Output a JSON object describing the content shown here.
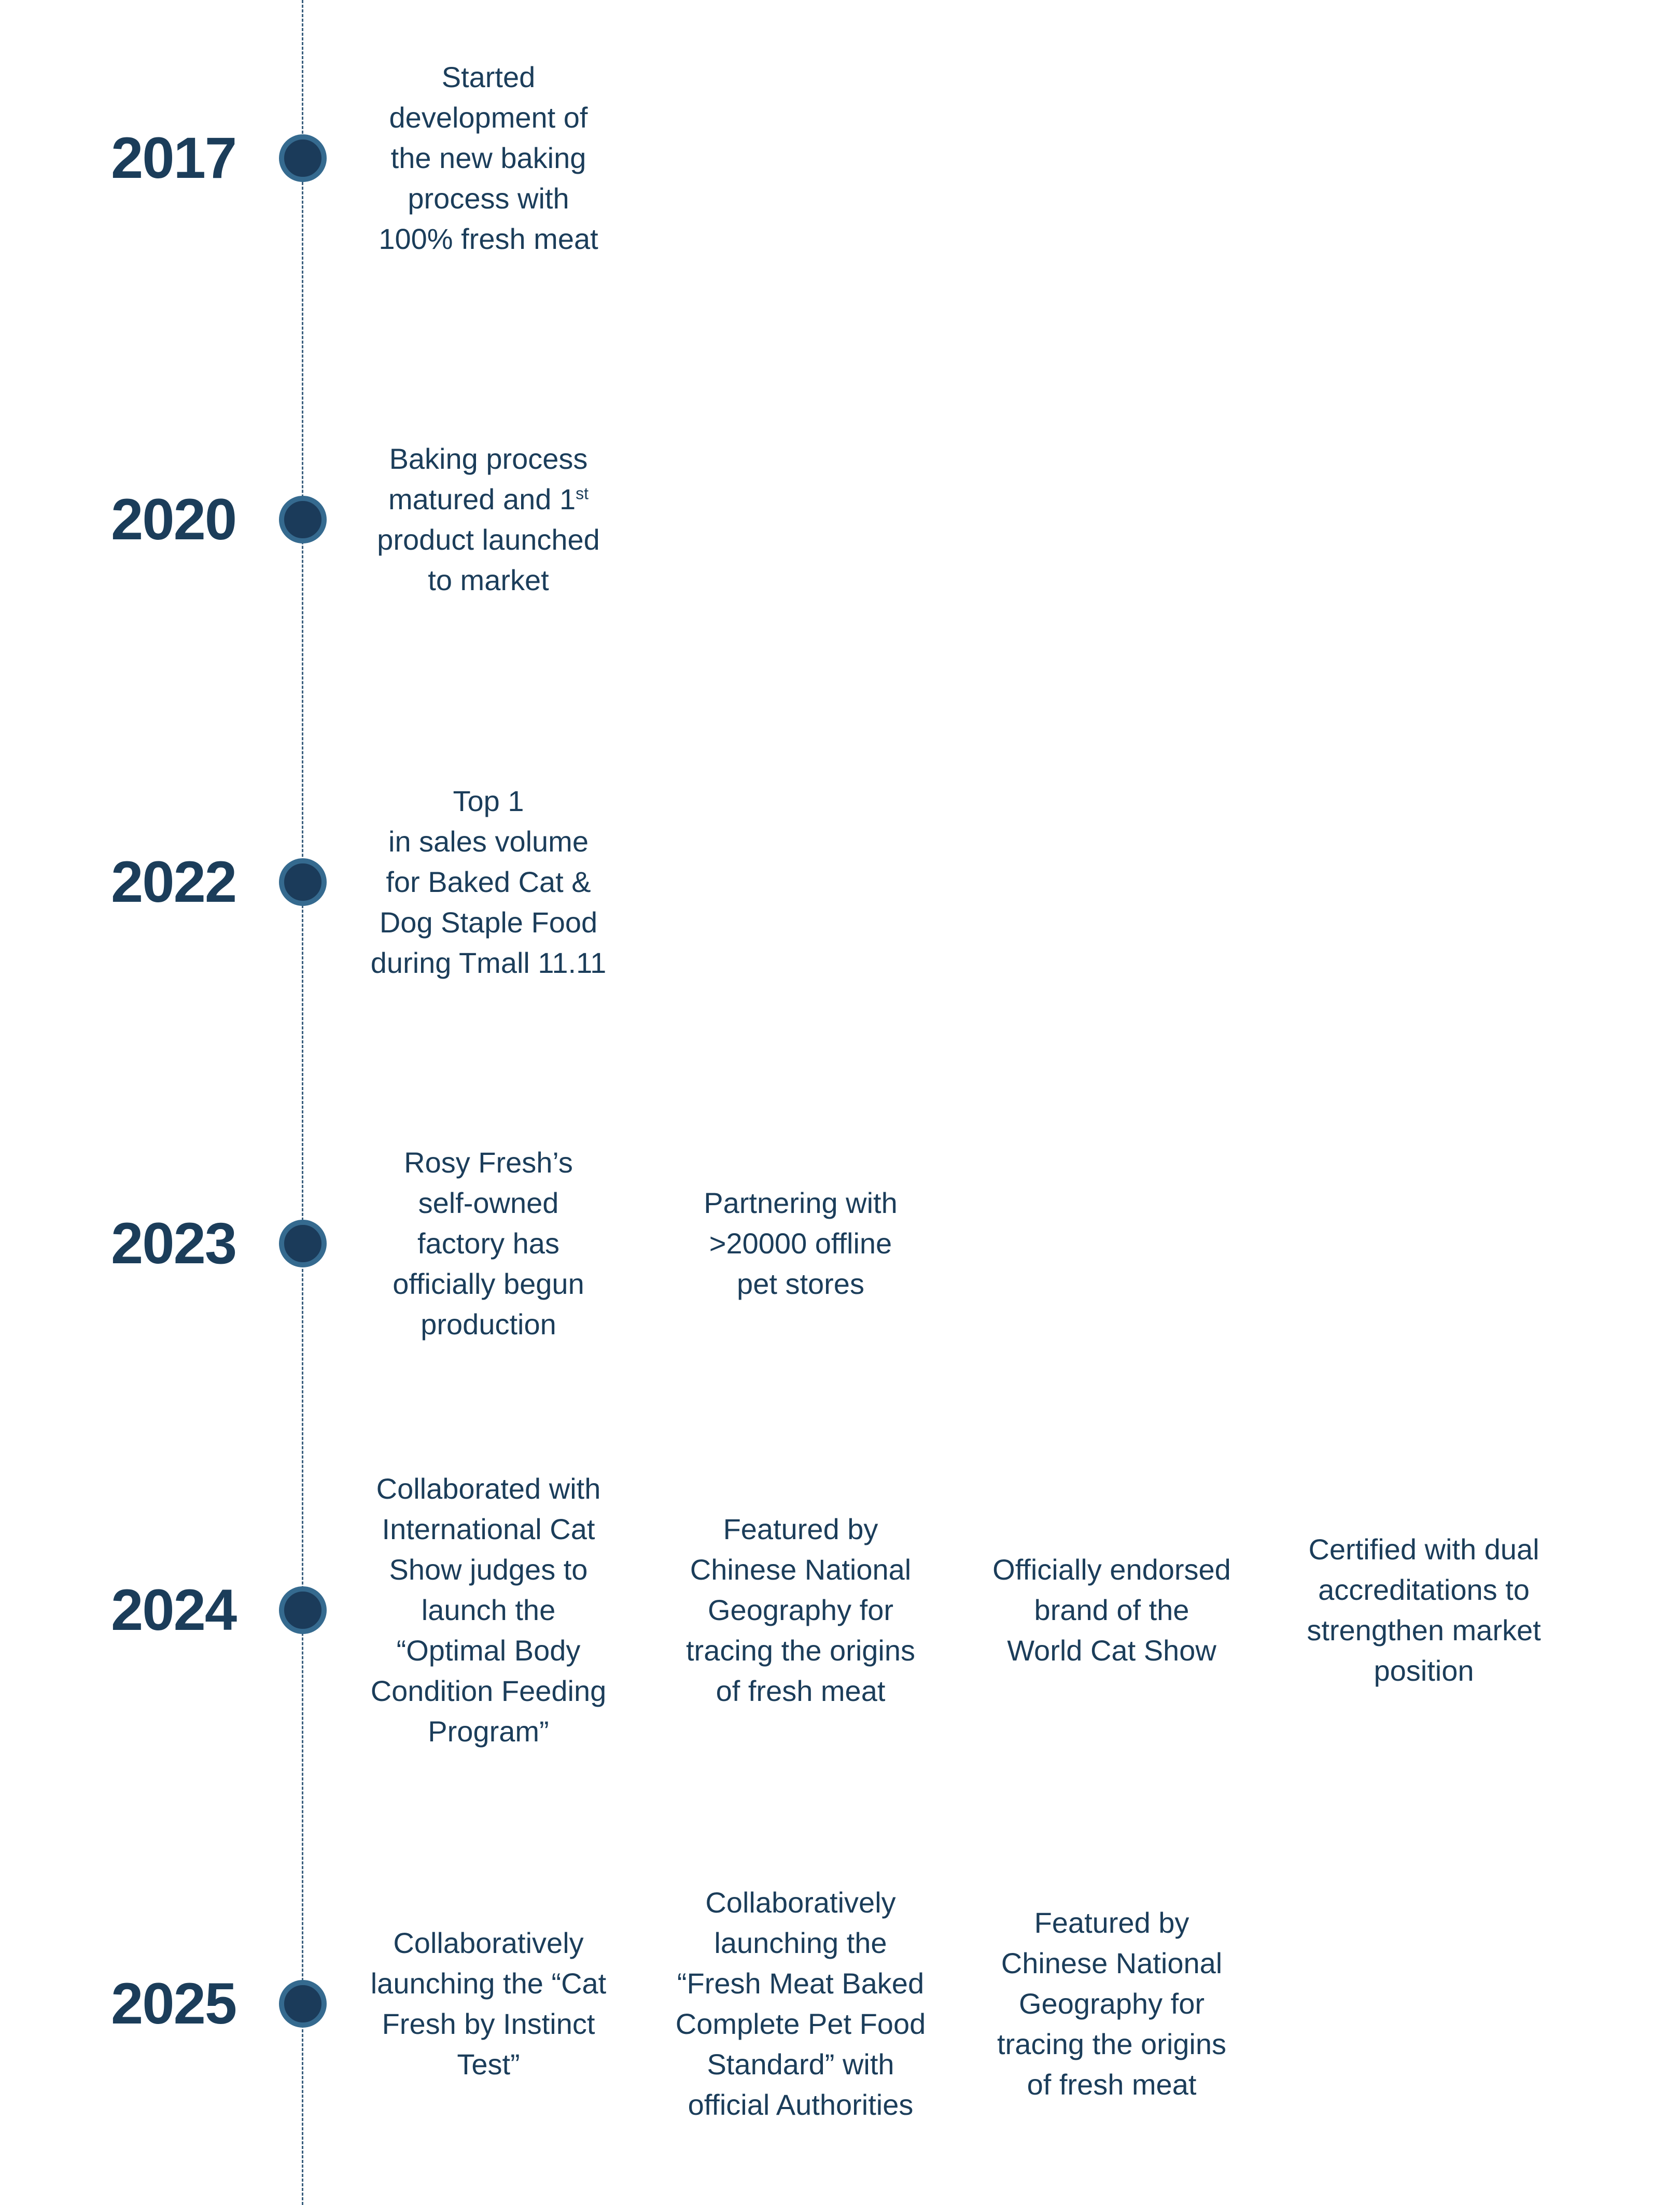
{
  "colors": {
    "text": "#1b3d5a",
    "dot_fill": "#1b3b5a",
    "dot_ring": "#356a8f",
    "line": "#3a5f7e"
  },
  "timeline": [
    {
      "year": "2017",
      "items": [
        "Started\ndevelopment of\nthe new baking\nprocess with\n100% fresh meat"
      ]
    },
    {
      "year": "2020",
      "items_rich": {
        "before": "Baking process\nmatured and 1",
        "sup": "st",
        "after": "\nproduct launched\nto market"
      }
    },
    {
      "year": "2022",
      "items": [
        "Top 1\nin sales volume\nfor Baked Cat &\nDog Staple Food\nduring Tmall 11.11"
      ]
    },
    {
      "year": "2023",
      "items": [
        "Rosy Fresh’s\nself-owned\nfactory has\nofficially begun\nproduction",
        "Partnering with\n>20000 offline\npet stores"
      ]
    },
    {
      "year": "2024",
      "items": [
        "Collaborated with\nInternational Cat\nShow judges to\nlaunch the\n“Optimal Body\nCondition Feeding\nProgram”",
        "Featured by\nChinese National\nGeography for\ntracing the origins\nof fresh meat",
        "Officially endorsed\nbrand of the\nWorld Cat Show",
        "Certified with dual\naccreditations to\nstrengthen market\nposition"
      ]
    },
    {
      "year": "2025",
      "items": [
        "Collaboratively\nlaunching the “Cat\nFresh by Instinct\nTest”",
        "Collaboratively\nlaunching the\n“Fresh Meat Baked\nComplete Pet Food\nStandard” with\nofficial Authorities",
        "Featured by\nChinese National\nGeography for\ntracing the origins\nof fresh meat"
      ]
    }
  ]
}
